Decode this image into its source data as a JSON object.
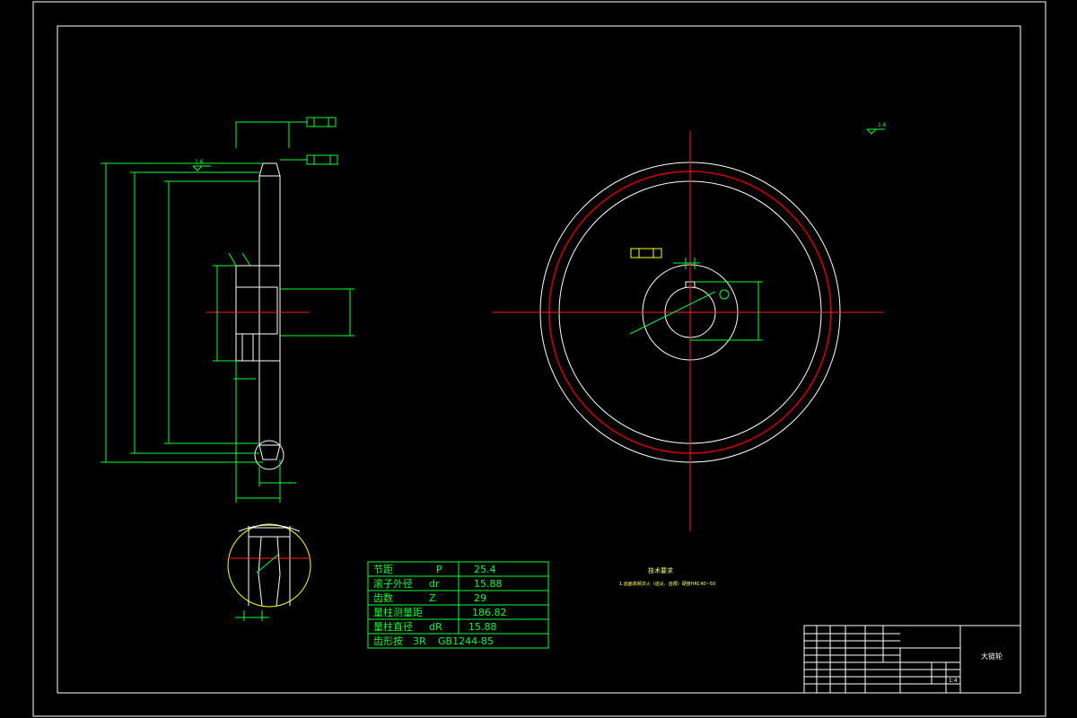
{
  "spec_table": {
    "rows": [
      {
        "label": "节距",
        "symbol": "P",
        "value": "25.4"
      },
      {
        "label": "滚子外径",
        "symbol": "dr",
        "value": "15.88"
      },
      {
        "label": "齿数",
        "symbol": "Z",
        "value": "29"
      },
      {
        "label": "量柱测量距",
        "symbol": "",
        "value": "186.82"
      },
      {
        "label": "量柱直径",
        "symbol": "dR",
        "value": "15.88"
      },
      {
        "label": "齿形按",
        "symbol": "3R",
        "value": "GB1244-85"
      }
    ]
  },
  "tech_req": {
    "title": "技术要求",
    "line1": "1.齿面高频淬火（齿尖、齿根）硬度HRC40~50"
  },
  "title_block": {
    "part_name": "大链轮",
    "scale": "1:4"
  },
  "roughness": {
    "main": "1.6",
    "top_left": "1.6"
  }
}
